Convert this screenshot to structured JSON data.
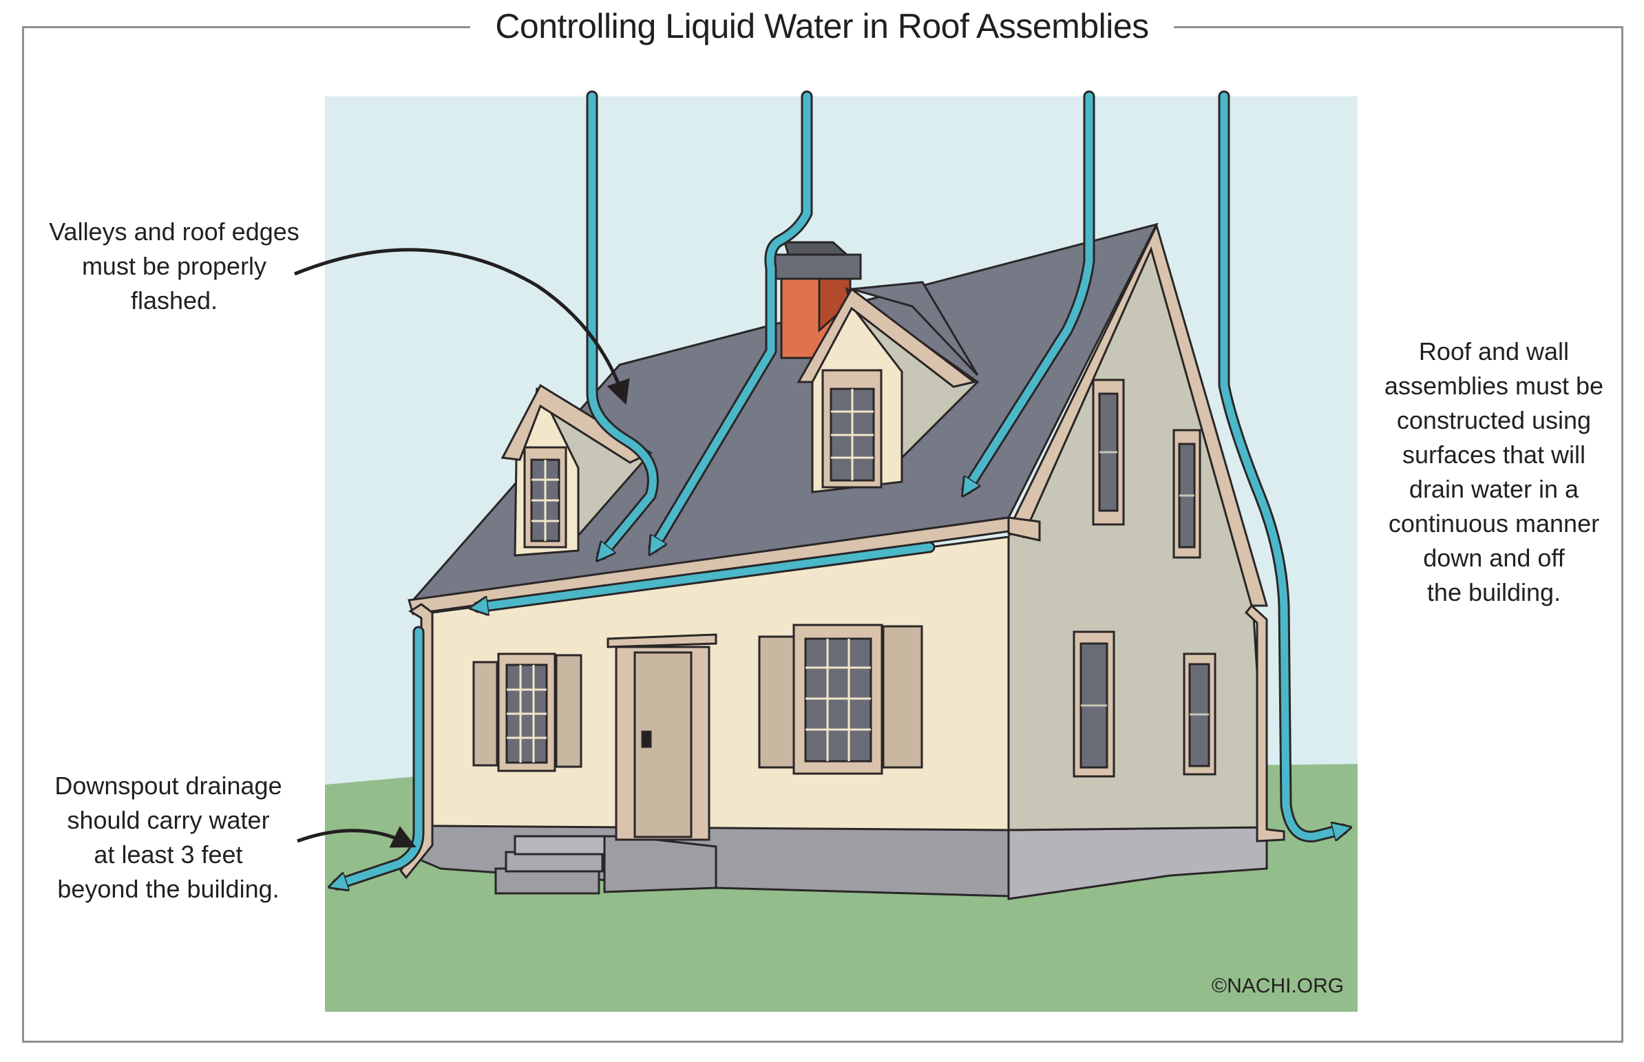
{
  "title": "Controlling Liquid Water in Roof Assemblies",
  "callouts": {
    "valleys": "Valleys and roof edges\nmust be properly\nflashed.",
    "downspout": "Downspout drainage\nshould carry water\nat least 3 feet\nbeyond the building.",
    "assemblies": "Roof and wall\nassemblies must be\nconstructed using\nsurfaces that will\ndrain water in a\ncontinuous manner\ndown and off\nthe building."
  },
  "credit": "©NACHI.ORG",
  "colors": {
    "sky": "#dcedf0",
    "grass": "#93bd8b",
    "roof": "#767986",
    "front_wall": "#f2e6cb",
    "side_wall": "#c8c6b6",
    "trim": "#d9c3ad",
    "shutter": "#c9b7a2",
    "foundation": "#9d9da4",
    "chimney": "#e0724e",
    "water": "#4bb8c9",
    "outline": "#2a2627"
  }
}
